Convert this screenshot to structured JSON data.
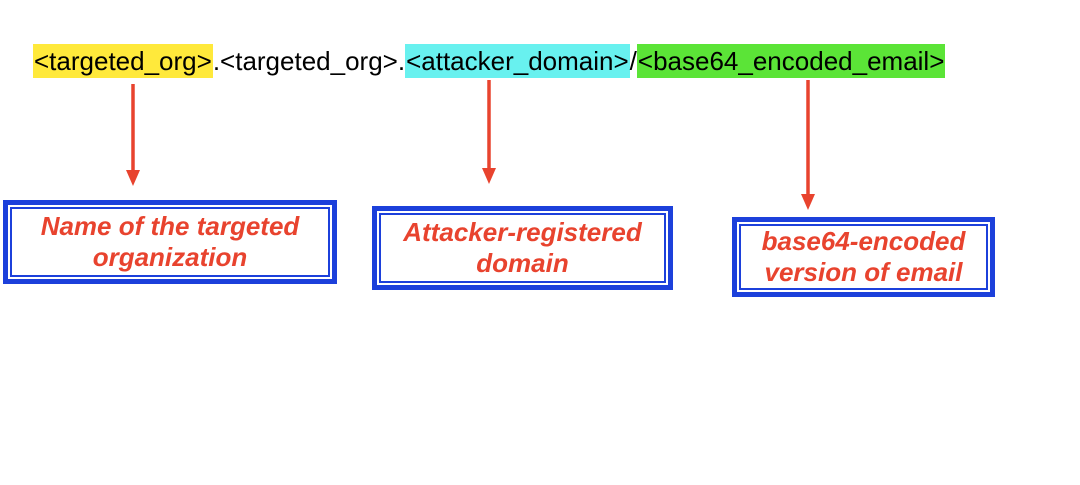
{
  "diagram": {
    "url_bar": {
      "full_text": "<targeted_org>.<targeted_org>.<attacker_domain>/<base64_encoded_email>",
      "segments": [
        {
          "text": "<targeted_org>",
          "highlight": "yellow"
        },
        {
          "text": ".<targeted_org>.",
          "highlight": "none"
        },
        {
          "text": "<attacker_domain>",
          "highlight": "cyan"
        },
        {
          "text": "/",
          "highlight": "none"
        },
        {
          "text": "<base64_encoded_email>",
          "highlight": "green"
        }
      ]
    },
    "callouts": [
      {
        "label": "Name of the targeted\norganization",
        "points_to": "<targeted_org>"
      },
      {
        "label": "Attacker-registered\ndomain",
        "points_to": "<attacker_domain>"
      },
      {
        "label": "base64-encoded\nversion of email",
        "points_to": "<base64_encoded_email>"
      }
    ],
    "colors": {
      "highlight_yellow": "#FFE93B",
      "highlight_cyan": "#68F1EF",
      "highlight_green": "#5BE437",
      "callout_border_blue": "#1C40DB",
      "annotation_red": "#E8432E"
    }
  }
}
